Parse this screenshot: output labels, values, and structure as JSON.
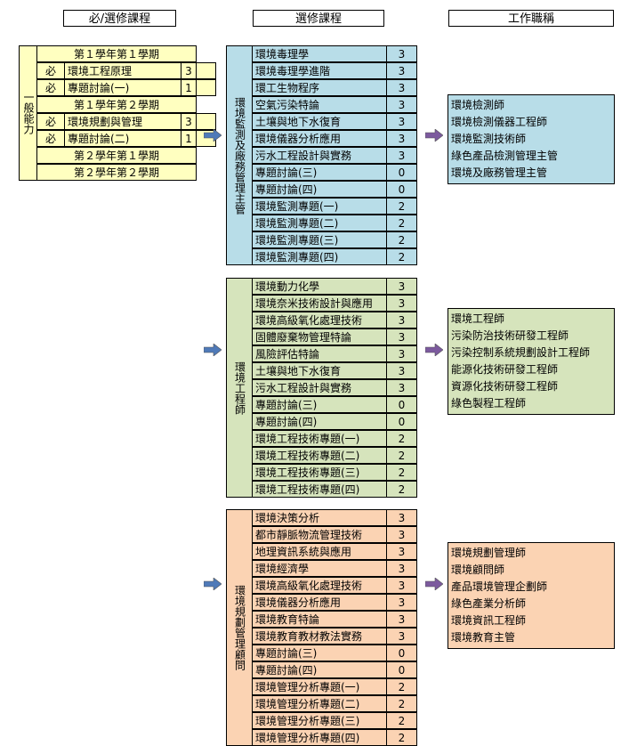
{
  "headers": {
    "required_elective": "必/選修課程",
    "elective": "選修課程",
    "job_title": "工作職稱"
  },
  "general": {
    "label": "一般能力",
    "rows": [
      {
        "type": "semester",
        "text": "第１學年第１學期"
      },
      {
        "type": "course",
        "req": "必",
        "name": "環境工程原理",
        "credit": "3"
      },
      {
        "type": "course",
        "req": "必",
        "name": "專題討論(一)",
        "credit": "1"
      },
      {
        "type": "semester",
        "text": "第１學年第２學期"
      },
      {
        "type": "course",
        "req": "必",
        "name": "環境規劃與管理",
        "credit": "3"
      },
      {
        "type": "course",
        "req": "必",
        "name": "專題討論(二)",
        "credit": "1"
      },
      {
        "type": "semester",
        "text": "第２學年第１學期"
      },
      {
        "type": "semester",
        "text": "第２學年第２學期"
      }
    ]
  },
  "groups": [
    {
      "label": "環境監測及廠務管理主管",
      "color": "#b8dde8",
      "courses": [
        {
          "name": "環境毒理學",
          "credit": "3"
        },
        {
          "name": "環境毒理學進階",
          "credit": "3"
        },
        {
          "name": "環工生物程序",
          "credit": "3"
        },
        {
          "name": "空氣污染特論",
          "credit": "3"
        },
        {
          "name": "土壤與地下水復育",
          "credit": "3"
        },
        {
          "name": "環境儀器分析應用",
          "credit": "3"
        },
        {
          "name": "污水工程設計與實務",
          "credit": "3"
        },
        {
          "name": "專題討論(三)",
          "credit": "0"
        },
        {
          "name": "專題討論(四)",
          "credit": "0"
        },
        {
          "name": "環境監測專題(一)",
          "credit": "2"
        },
        {
          "name": "環境監測專題(二)",
          "credit": "2"
        },
        {
          "name": "環境監測專題(三)",
          "credit": "2"
        },
        {
          "name": "環境監測專題(四)",
          "credit": "2"
        }
      ],
      "jobs": [
        "環境檢測師",
        "環境檢測儀器工程師",
        "環境監測技術師",
        "綠色產品檢測管理主管",
        "環境及廠務管理主管"
      ]
    },
    {
      "label": "環境工程師",
      "color": "#d6e4bc",
      "courses": [
        {
          "name": "環境動力化學",
          "credit": "3"
        },
        {
          "name": "環境奈米技術設計與應用",
          "credit": "3"
        },
        {
          "name": "環境高級氧化處理技術",
          "credit": "3"
        },
        {
          "name": "固體廢棄物管理特論",
          "credit": "3"
        },
        {
          "name": "風險評估特論",
          "credit": "3"
        },
        {
          "name": "土壤與地下水復育",
          "credit": "3"
        },
        {
          "name": "污水工程設計與實務",
          "credit": "3"
        },
        {
          "name": "專題討論(三)",
          "credit": "0"
        },
        {
          "name": "專題討論(四)",
          "credit": "0"
        },
        {
          "name": "環境工程技術專題(一)",
          "credit": "2"
        },
        {
          "name": "環境工程技術專題(二)",
          "credit": "2"
        },
        {
          "name": "環境工程技術專題(三)",
          "credit": "2"
        },
        {
          "name": "環境工程技術專題(四)",
          "credit": "2"
        }
      ],
      "jobs": [
        "環境工程師",
        "污染防治技術研發工程師",
        "污染控制系統規劃設計工程師",
        "能源化技術研發工程師",
        "資源化技術研發工程師",
        "綠色製程工程師"
      ]
    },
    {
      "label": "環境規劃管理顧問",
      "color": "#fbd3b3",
      "courses": [
        {
          "name": "環境決策分析",
          "credit": "3"
        },
        {
          "name": "都市靜脈物流管理技術",
          "credit": "3"
        },
        {
          "name": "地理資訊系統與應用",
          "credit": "3"
        },
        {
          "name": "環境經濟學",
          "credit": "3"
        },
        {
          "name": "環境高級氧化處理技術",
          "credit": "3"
        },
        {
          "name": "環境儀器分析應用",
          "credit": "3"
        },
        {
          "name": "環境教育特論",
          "credit": "3"
        },
        {
          "name": "環境教育教材教法實務",
          "credit": "3"
        },
        {
          "name": "專題討論(三)",
          "credit": "0"
        },
        {
          "name": "專題討論(四)",
          "credit": "0"
        },
        {
          "name": "環境管理分析專題(一)",
          "credit": "2"
        },
        {
          "name": "環境管理分析專題(二)",
          "credit": "2"
        },
        {
          "name": "環境管理分析專題(三)",
          "credit": "2"
        },
        {
          "name": "環境管理分析專題(四)",
          "credit": "2"
        }
      ],
      "jobs": [
        "環境規劃管理師",
        "環境顧問師",
        "產品環境管理企劃師",
        "綠色產業分析師",
        "環境資訊工程師",
        "環境教育主管"
      ]
    }
  ],
  "colors": {
    "arrow_blue": "#4f7ab8",
    "arrow_purple": "#7c5a9e",
    "general_bg": "#ffffc0"
  }
}
